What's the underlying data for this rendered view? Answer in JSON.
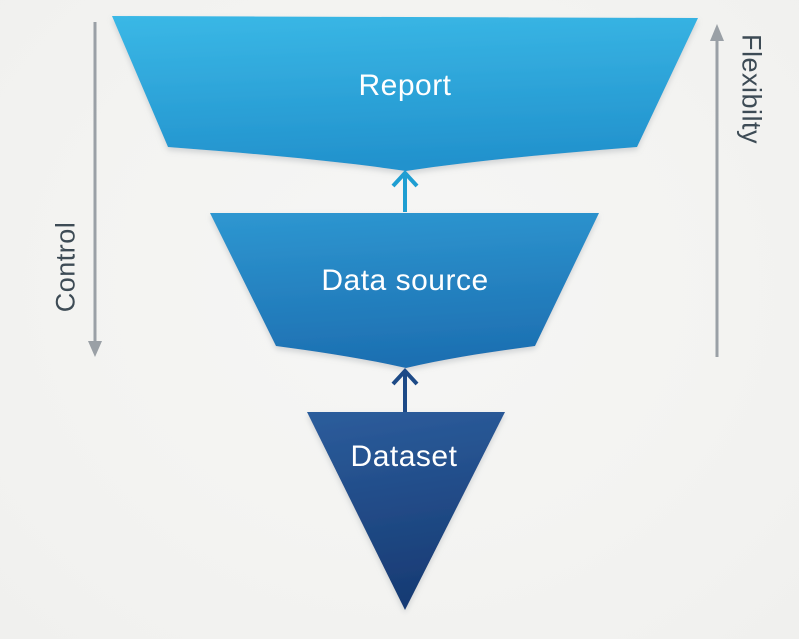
{
  "canvas": {
    "background": "#f4f3f1"
  },
  "funnel": {
    "levels": [
      {
        "id": "report",
        "label": "Report",
        "gradient_top": "#3ab8e6",
        "gradient_bottom": "#2292cd"
      },
      {
        "id": "data-source",
        "label": "Data source",
        "gradient_top": "#2e97d1",
        "gradient_bottom": "#1d70b2"
      },
      {
        "id": "dataset",
        "label": "Dataset",
        "gradient_top": "#2c5d9c",
        "gradient_bottom": "#173b74"
      }
    ],
    "connectors": [
      {
        "from": "data-source",
        "to": "report",
        "direction": "up",
        "color": "#1e9ed2"
      },
      {
        "from": "dataset",
        "to": "data-source",
        "direction": "up",
        "color": "#1d4a87"
      }
    ]
  },
  "axes": {
    "left": {
      "label": "Control",
      "direction": "down",
      "line_color": "#9aa0a6",
      "text_color": "#3d4b55"
    },
    "right": {
      "label": "Flexibilty",
      "direction": "up",
      "line_color": "#9aa0a6",
      "text_color": "#3d4b55"
    }
  }
}
